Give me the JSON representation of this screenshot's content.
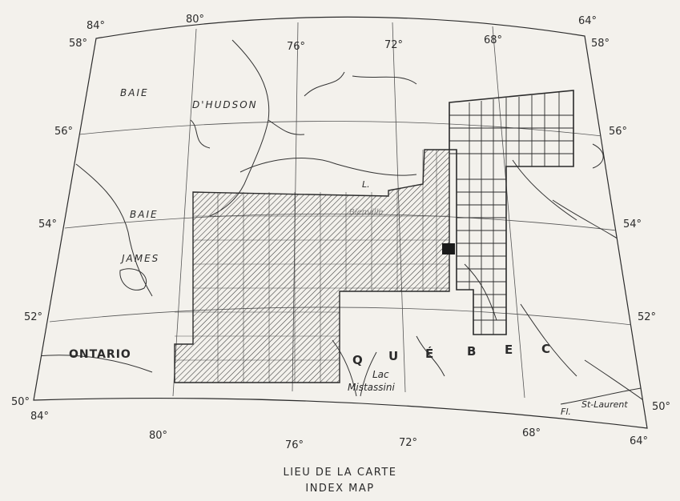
{
  "graticule": {
    "lon_top": [
      "84°",
      "80°",
      "76°",
      "72°",
      "68°",
      "64°"
    ],
    "lon_bottom": [
      "84°",
      "80°",
      "76°",
      "72°",
      "68°",
      "64°"
    ],
    "lat_left": [
      "58°",
      "56°",
      "54°",
      "52°",
      "50°"
    ],
    "lat_right": [
      "58°",
      "56°",
      "54°",
      "52°",
      "50°"
    ]
  },
  "places": {
    "baie_hudson_1": "BAIE",
    "baie_hudson_2": "D'HUDSON",
    "baie_james_1": "BAIE",
    "baie_james_2": "JAMES",
    "ontario": "ONTARIO",
    "quebec_letters": [
      "Q",
      "U",
      "É",
      "B",
      "E",
      "C"
    ],
    "lake_top": "L.",
    "lake_top_name": "Bienville",
    "lac_1": "Lac",
    "lac_2": "Mistassini",
    "fleuve_1": "Fl.",
    "fleuve_2": "St-Laurent"
  },
  "caption": {
    "line1": "LIEU DE LA CARTE",
    "line2": "INDEX MAP"
  },
  "colors": {
    "ink": "#2b2b2b",
    "paper": "#f3f1ec",
    "hatch": "#3a3a3a",
    "highlight": "#1a1a1a"
  }
}
